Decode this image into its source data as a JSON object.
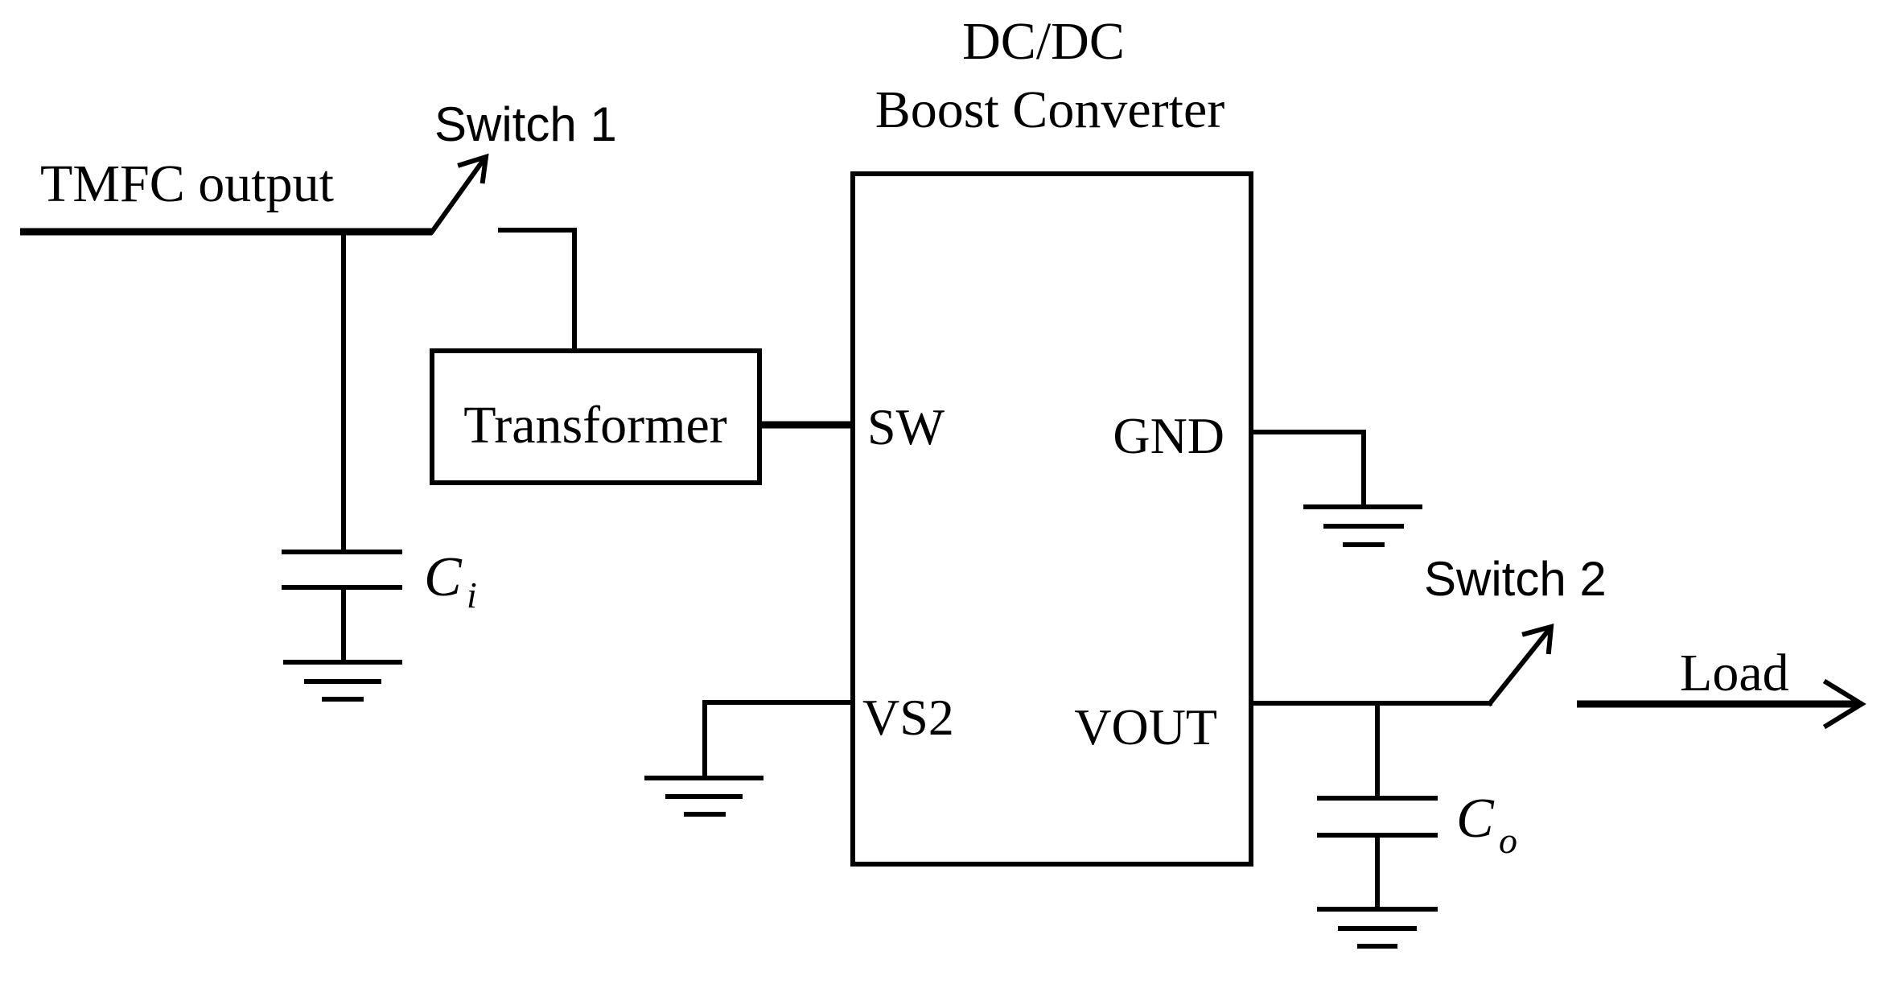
{
  "converter": {
    "title_line1": "DC/DC",
    "title_line2": "Boost Converter"
  },
  "pins": {
    "sw": "SW",
    "gnd": "GND",
    "vs2": "VS2",
    "vout": "VOUT"
  },
  "switch1": {
    "label": "Switch 1"
  },
  "switch2": {
    "label": "Switch 2"
  },
  "tmfc": {
    "label": "TMFC output"
  },
  "transformer": {
    "label": "Transformer"
  },
  "cap_in": {
    "symbol": "C",
    "subscript": "i"
  },
  "cap_out": {
    "symbol": "C",
    "subscript": "o"
  },
  "load": {
    "label": "Load"
  }
}
